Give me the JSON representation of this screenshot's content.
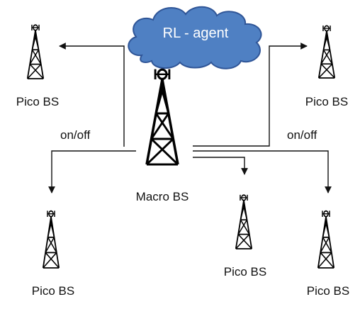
{
  "diagram": {
    "agent_label": "RL - agent",
    "macro_label": "Macro BS",
    "switch_label_left": "on/off",
    "switch_label_right": "on/off",
    "pico_labels": [
      "Pico BS",
      "Pico BS",
      "Pico BS",
      "Pico BS",
      "Pico BS"
    ],
    "colors": {
      "cloud_fill": "#4f80c3",
      "cloud_stroke": "#2f5597",
      "cloud_text": "#ffffff",
      "line": "#111111",
      "tower": "#000000"
    },
    "icons": [
      "cloud-icon",
      "tower-icon"
    ]
  }
}
